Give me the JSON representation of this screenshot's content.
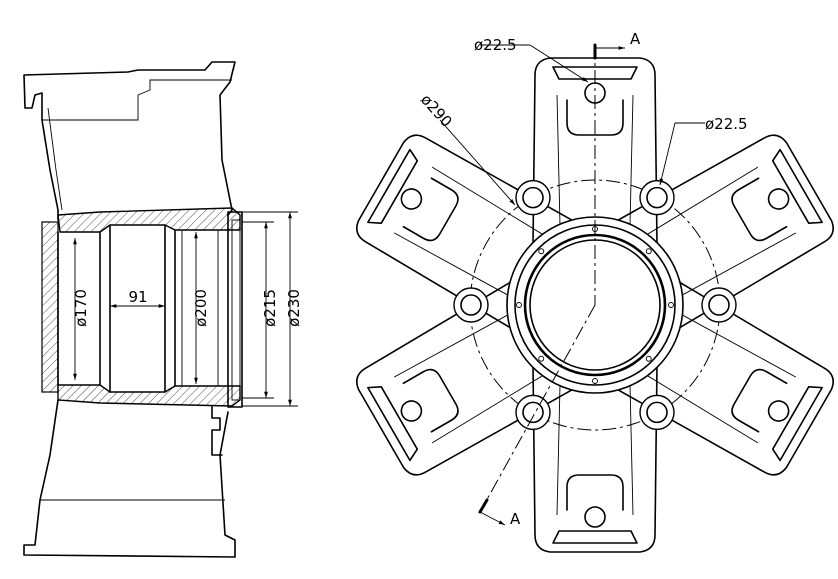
{
  "section_view": {
    "dims": [
      {
        "label": "ø170"
      },
      {
        "label": "91"
      },
      {
        "label": "ø200"
      },
      {
        "label": "ø215"
      },
      {
        "label": "ø230"
      }
    ]
  },
  "front_view": {
    "dims": [
      {
        "label": "ø22.5"
      },
      {
        "label": "ø22.5"
      },
      {
        "label": "ø290"
      }
    ],
    "section_markers": [
      {
        "label": "A"
      },
      {
        "label": "A"
      }
    ]
  }
}
